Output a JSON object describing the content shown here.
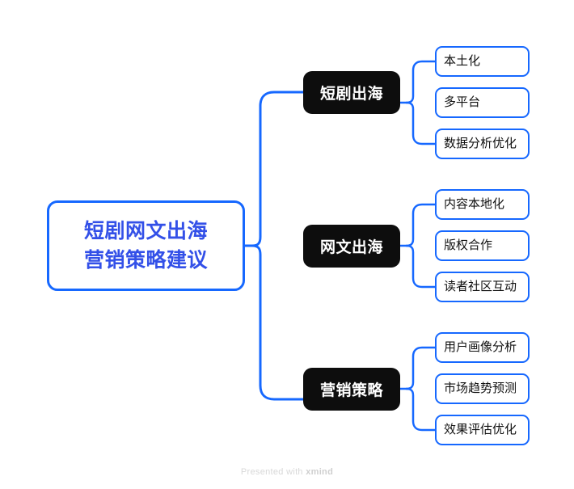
{
  "canvas": {
    "background": "#ffffff",
    "accent_color": "#1668ff",
    "root_text_color": "#3350e8",
    "branch_fill_color": "#0d0d0d",
    "branch_text_color": "#ffffff",
    "leaf_text_color": "#111111"
  },
  "root": {
    "line1": "短剧网文出海",
    "line2": "营销策略建议"
  },
  "branches": [
    {
      "label": "短剧出海",
      "leaves": [
        {
          "label": "本土化"
        },
        {
          "label": "多平台"
        },
        {
          "label": "数据分析优化"
        }
      ]
    },
    {
      "label": "网文出海",
      "leaves": [
        {
          "label": "内容本地化"
        },
        {
          "label": "版权合作"
        },
        {
          "label": "读者社区互动"
        }
      ]
    },
    {
      "label": "营销策略",
      "leaves": [
        {
          "label": "用户画像分析"
        },
        {
          "label": "市场趋势预测"
        },
        {
          "label": "效果评估优化"
        }
      ]
    }
  ],
  "footer": {
    "prefix": "Presented with ",
    "brand": "xmind"
  }
}
